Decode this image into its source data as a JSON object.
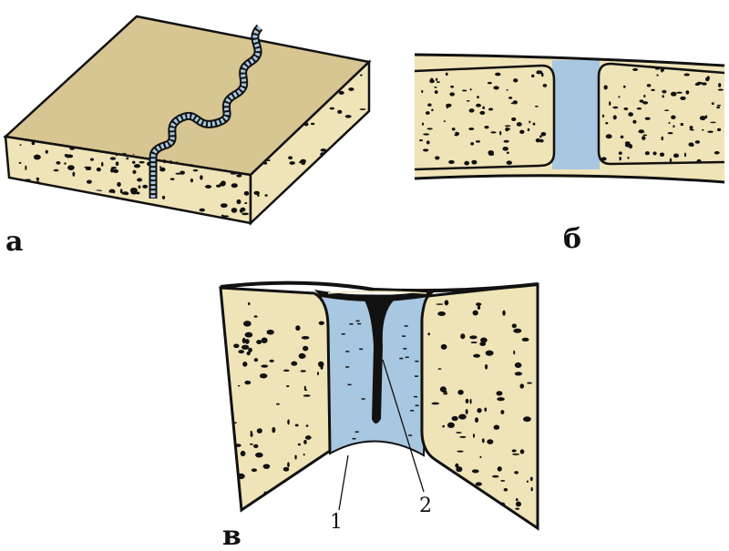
{
  "panels": [
    {
      "id": "a",
      "label": "а"
    },
    {
      "id": "b",
      "label": "б"
    },
    {
      "id": "c",
      "label": "в"
    }
  ],
  "callouts": [
    {
      "number": "1"
    },
    {
      "number": "2"
    }
  ],
  "colors": {
    "bone_surface": "#d7c592",
    "bone_section": "#efe4b8",
    "cartilage": "#a8c7e0",
    "outline": "#111111"
  }
}
